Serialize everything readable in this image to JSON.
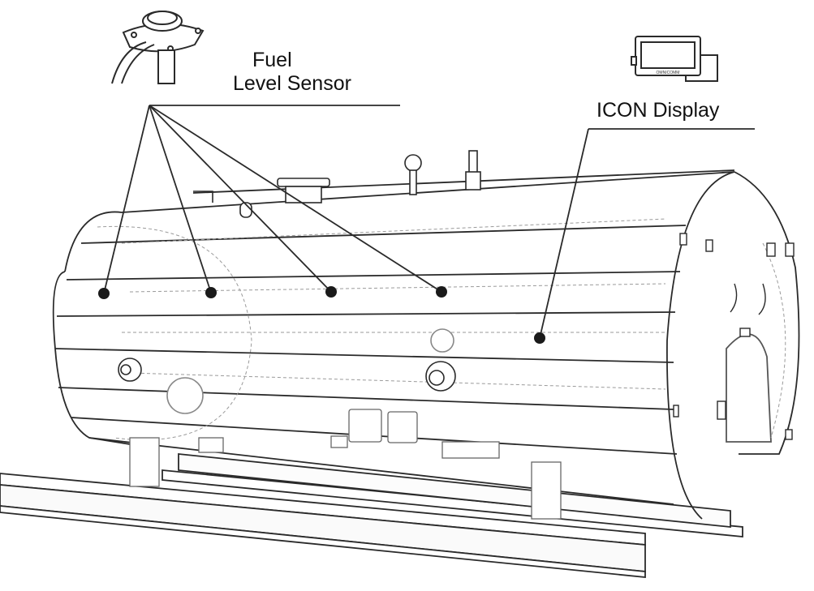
{
  "labels": {
    "fuel_line1": "Fuel",
    "fuel_line2": "Level Sensor",
    "icon_display": "ICON Display"
  },
  "display_device": {
    "brand": "OMNICOMM"
  },
  "colors": {
    "ink": "#111111",
    "line": "#2a2a2a",
    "faint": "#9a9a9a",
    "marker": "#1a1a1a",
    "background": "#ffffff"
  }
}
